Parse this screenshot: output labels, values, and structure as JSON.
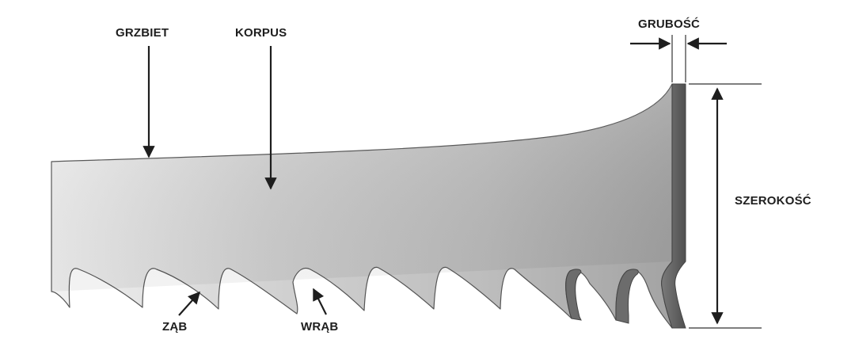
{
  "labels": {
    "back": "GRZBIET",
    "body": "KORPUS",
    "thickness": "GRUBOŚĆ",
    "width": "SZEROKOŚĆ",
    "tooth": "ZĄB",
    "gullet": "WRĄB"
  },
  "colors": {
    "blade_light": "#f0f0f0",
    "blade_mid": "#c4c4c4",
    "blade_dark": "#8c8c8c",
    "edge_dark": "#5f5f5f",
    "outline": "#555555",
    "arrow": "#1e1e1e"
  }
}
